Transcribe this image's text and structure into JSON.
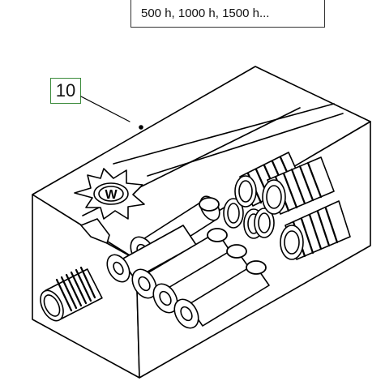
{
  "service_intervals": {
    "label": "500 h, 1000 h, 1500 h..."
  },
  "callout": {
    "number": "10"
  },
  "illustration": {
    "subject": "filter-kit-box",
    "logo": "W",
    "colors": {
      "line": "#000000",
      "callout_border": "#3a8a3a"
    }
  }
}
